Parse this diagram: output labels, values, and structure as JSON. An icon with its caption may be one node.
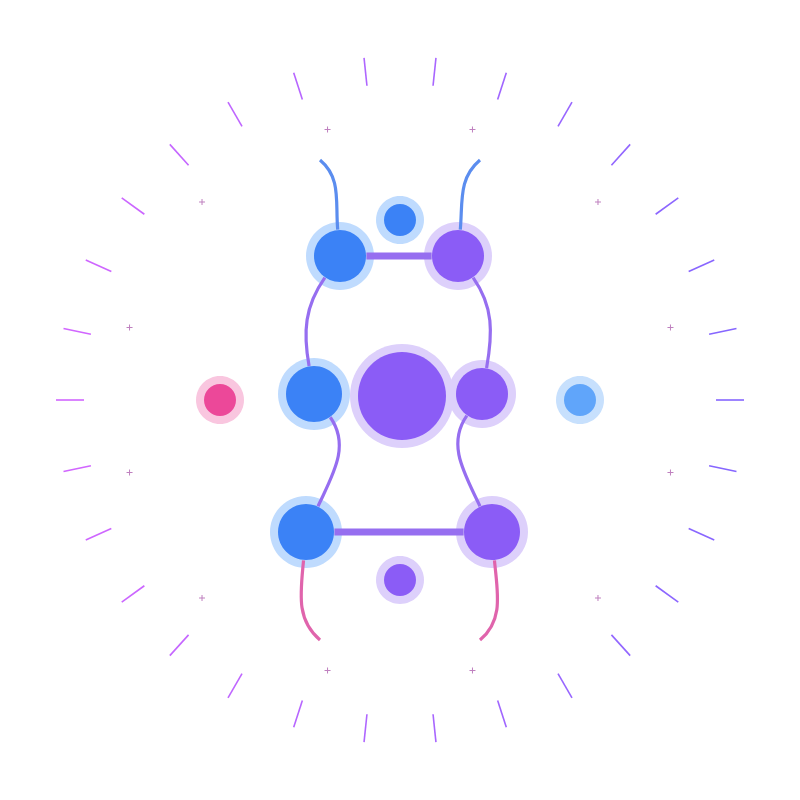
{
  "diagram": {
    "nodes": [
      {
        "text": [],
        "shape": "circle"
      },
      {
        "text": [],
        "shape": "circle"
      },
      {
        "text": [],
        "shape": "circle"
      },
      {
        "text": [],
        "shape": "circle"
      },
      {
        "text": [],
        "shape": "circle"
      },
      {
        "text": [],
        "shape": "circle"
      },
      {
        "text": [],
        "shape": "circle"
      },
      {
        "text": [],
        "shape": "circle"
      },
      {
        "text": [],
        "shape": "circle"
      },
      {
        "text": [],
        "shape": "circle"
      },
      {
        "text": [],
        "shape": "circle"
      }
    ],
    "edges": [
      {
        "from": 1,
        "to": 2,
        "arrow": "none",
        "style": "thick"
      },
      {
        "from": 8,
        "to": 9,
        "arrow": "none",
        "style": "thick"
      },
      {
        "from": 1,
        "to": 4,
        "arrow": "none"
      },
      {
        "from": 2,
        "to": 6,
        "arrow": "none"
      },
      {
        "from": 4,
        "to": 8,
        "arrow": "none"
      },
      {
        "from": 6,
        "to": 9,
        "arrow": "none"
      },
      {
        "from": null,
        "to": 1,
        "arrow": "none",
        "color": "#5b8def"
      },
      {
        "from": null,
        "to": 2,
        "arrow": "none",
        "color": "#5b8def"
      },
      {
        "from": 8,
        "to": null,
        "arrow": "none",
        "color": "#e064ac"
      },
      {
        "from": 9,
        "to": null,
        "arrow": "none",
        "color": "#e064ac"
      }
    ]
  }
}
